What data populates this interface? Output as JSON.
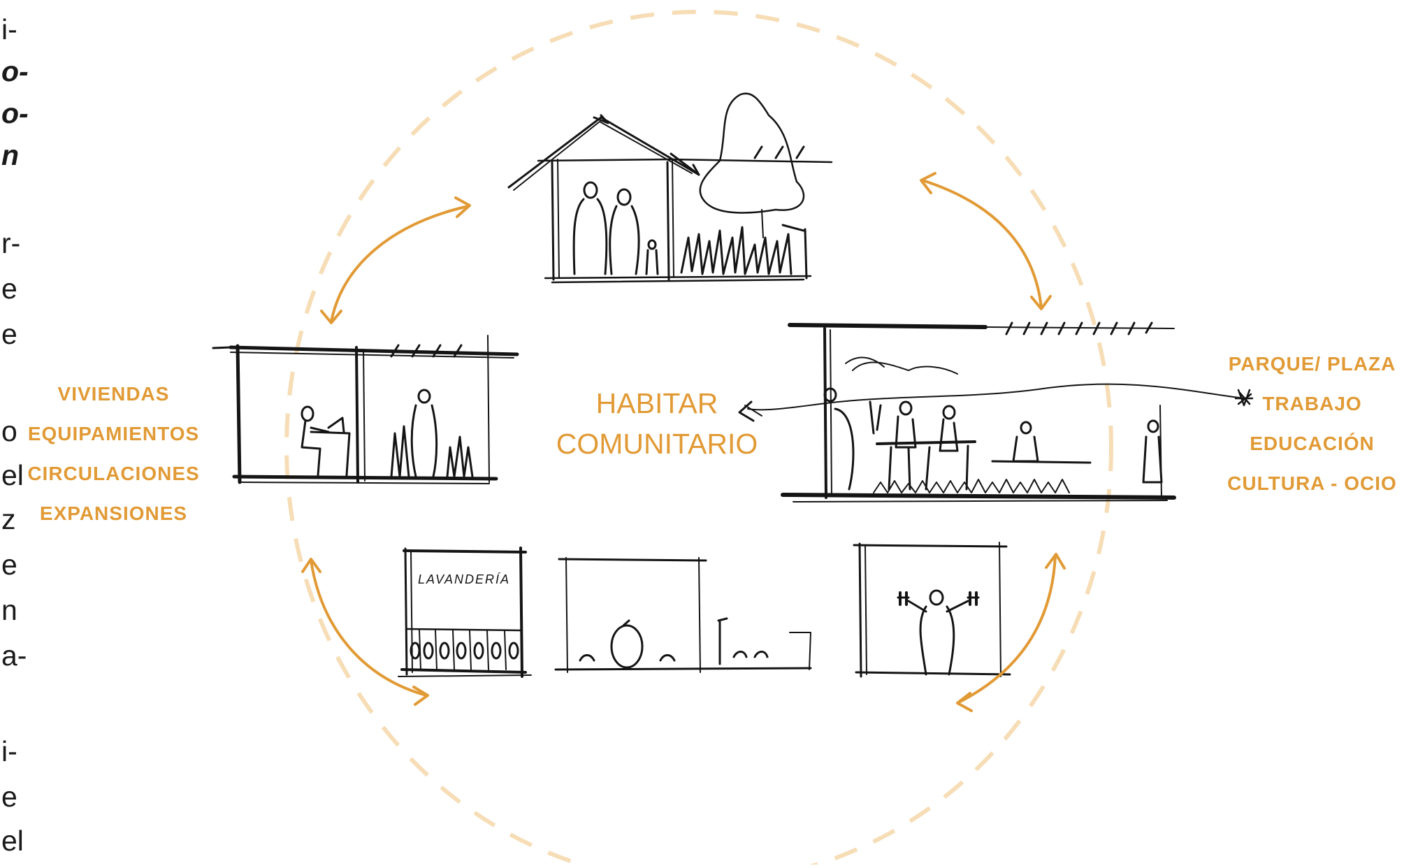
{
  "colors": {
    "accent": "#E19A35",
    "circle": "#F6DDB6",
    "ink": "#141414",
    "text": "#1a1a1a"
  },
  "center_label": [
    "HABITAR",
    "COMUNITARIO"
  ],
  "left_labels": [
    "VIVIENDAS",
    "EQUIPAMIENTOS",
    "CIRCULACIONES",
    "EXPANSIONES"
  ],
  "right_labels": [
    "PARQUE/ PLAZA",
    "TRABAJO",
    "EDUCACIÓN",
    "CULTURA - OCIO"
  ],
  "sketch_text": "LAVANDERÍA",
  "edge_text": [
    "i-",
    "o-",
    "o-",
    "n",
    "r-",
    "e",
    "e",
    "o",
    "el",
    "z",
    "e",
    "n",
    "a-",
    "i-",
    "e",
    "el"
  ]
}
